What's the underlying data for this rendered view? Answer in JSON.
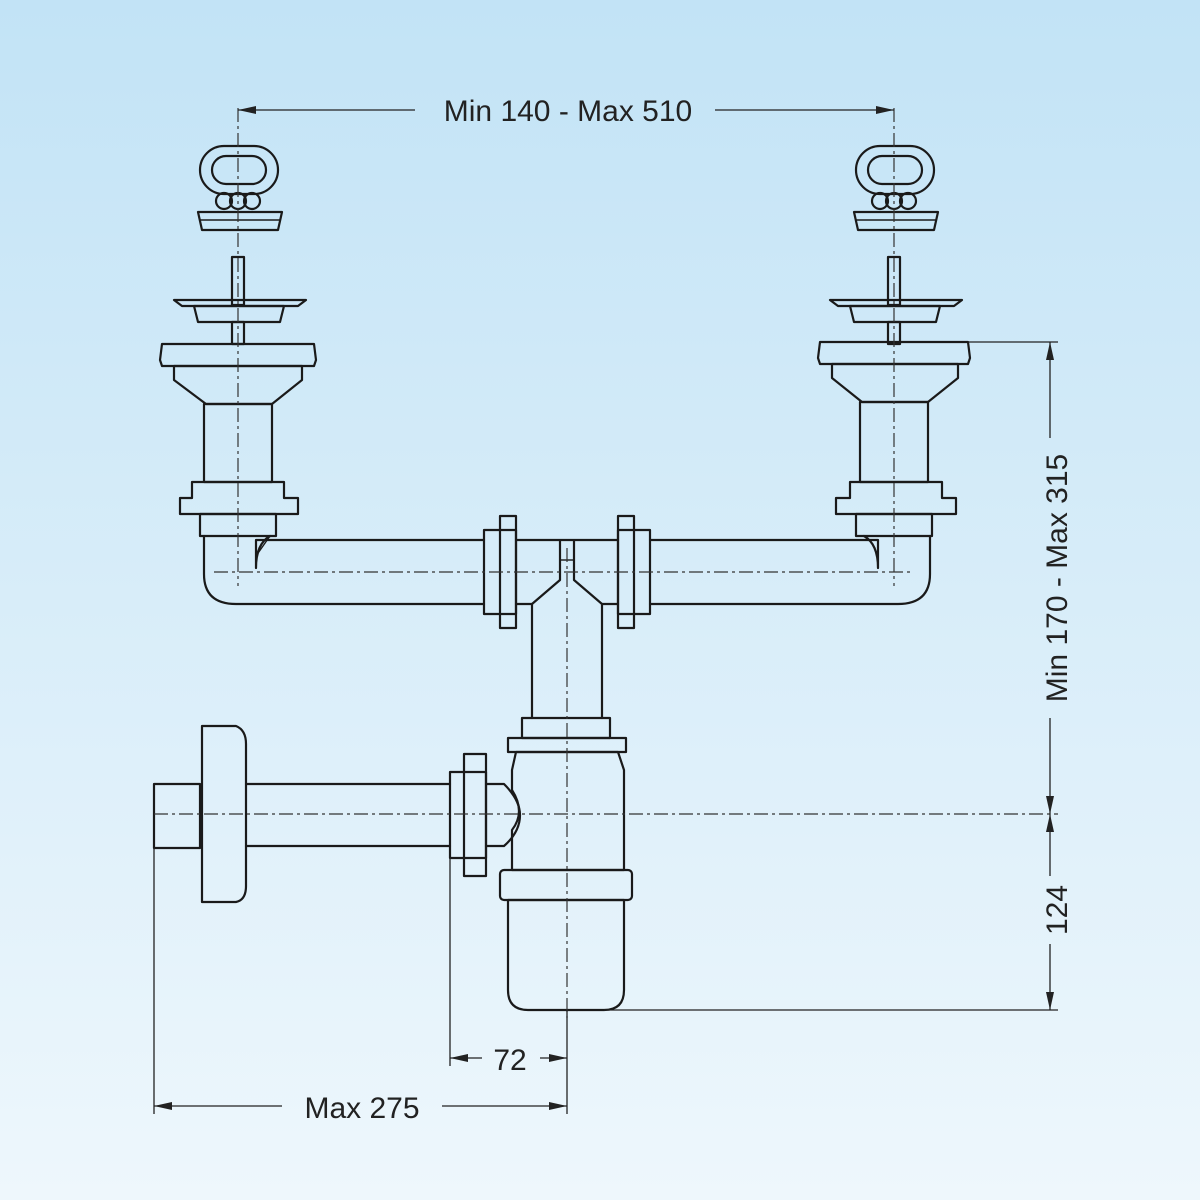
{
  "dimensions": {
    "top_span": "Min 140 - Max 510",
    "right_height": "Min 170 - Max 315",
    "right_lower": "124",
    "bottom_offset": "72",
    "bottom_reach": "Max 275"
  },
  "colors": {
    "background_top": "#c2e3f6",
    "background_bottom": "#eef7fc",
    "line": "#1a1a1a"
  }
}
